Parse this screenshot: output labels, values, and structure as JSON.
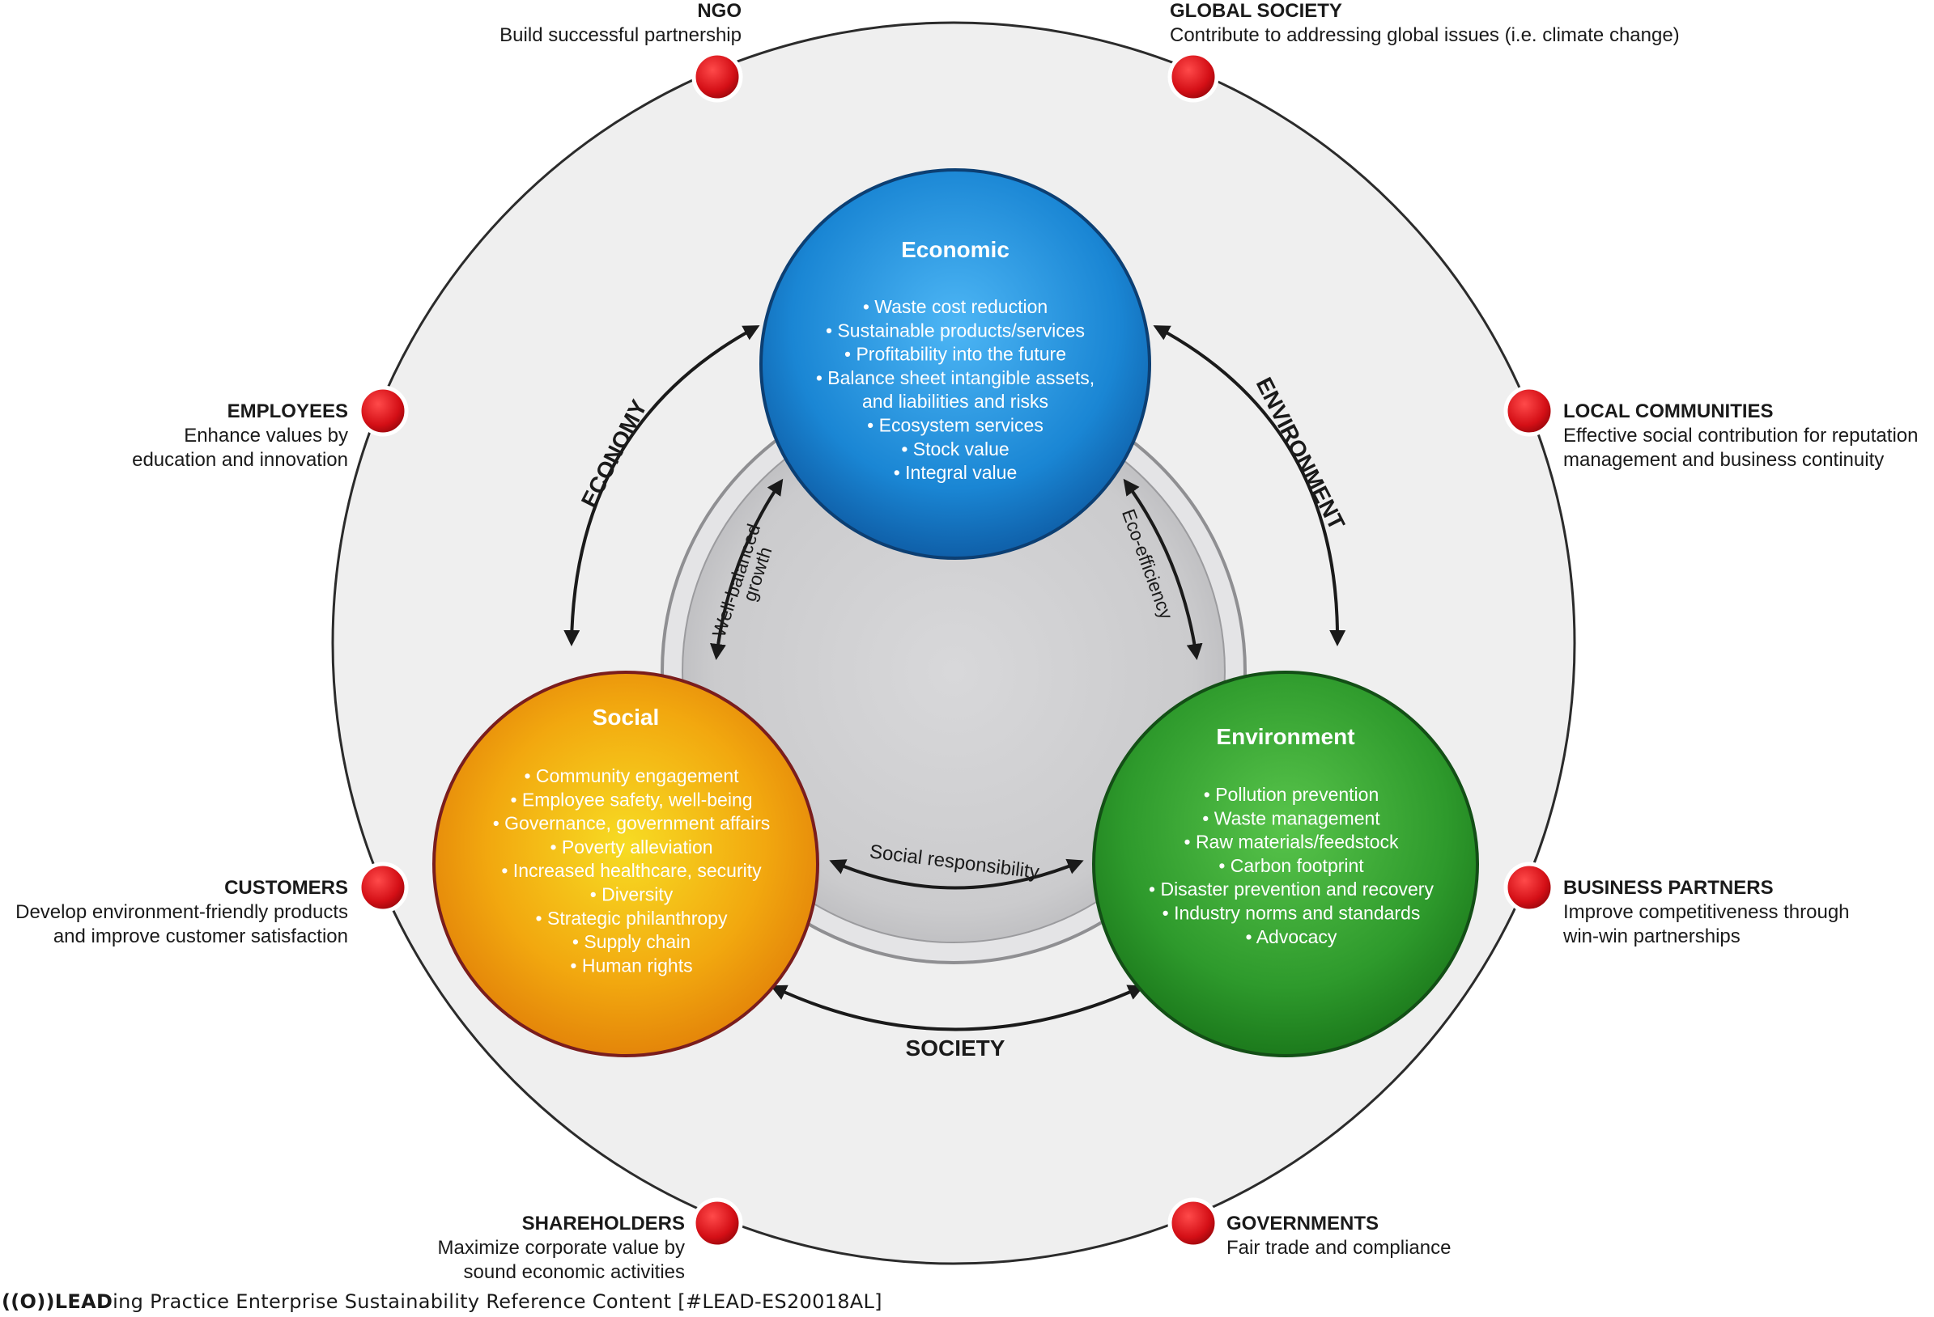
{
  "pillars": {
    "economic": {
      "title": "Economic",
      "items": [
        "• Waste cost reduction",
        "• Sustainable products/services",
        "• Profitability into the future",
        "• Balance sheet intangible assets,",
        "and liabilities and risks",
        "• Ecosystem services",
        "• Stock value",
        "• Integral value"
      ]
    },
    "social": {
      "title": "Social",
      "items": [
        "• Community engagement",
        "• Employee safety, well-being",
        "• Governance, government affairs",
        "• Poverty alleviation",
        "• Increased healthcare, security",
        "• Diversity",
        "• Strategic philanthropy",
        "• Supply chain",
        "• Human rights"
      ]
    },
    "environment": {
      "title": "Environment",
      "items": [
        "• Pollution prevention",
        "• Waste management",
        "• Raw materials/feedstock",
        "• Carbon footprint",
        "• Disaster prevention and recovery",
        "• Industry norms and standards",
        "• Advocacy"
      ]
    }
  },
  "links": {
    "economy": "ECONOMY",
    "environment": "ENVIRONMENT",
    "society": "SOCIETY",
    "well_balanced_1": "Well-balanced",
    "well_balanced_2": "growth",
    "eco_efficiency": "Eco-efficiency",
    "social_responsibility": "Social responsibility"
  },
  "stakeholders": {
    "ngo": {
      "title": "NGO",
      "desc": "Build successful partnership"
    },
    "global_society": {
      "title": "GLOBAL SOCIETY",
      "desc": "Contribute to addressing global issues (i.e. climate change)"
    },
    "employees": {
      "title": "EMPLOYEES",
      "desc": "Enhance values by\neducation and innovation"
    },
    "local_communities": {
      "title": "LOCAL COMMUNITIES",
      "desc": "Effective social contribution for reputation\nmanagement and business continuity"
    },
    "customers": {
      "title": "CUSTOMERS",
      "desc": "Develop environment-friendly products\nand improve customer satisfaction"
    },
    "business_partners": {
      "title": "BUSINESS PARTNERS",
      "desc": "Improve competitiveness through\nwin-win partnerships"
    },
    "shareholders": {
      "title": "SHAREHOLDERS",
      "desc": "Maximize corporate value by\nsound economic activities"
    },
    "governments": {
      "title": "GOVERNMENTS",
      "desc": "Fair trade and compliance"
    }
  },
  "footer": {
    "logo": "((O))LEAD",
    "text": "ing Practice Enterprise Sustainability Reference Content [#LEAD-ES20018AL]"
  },
  "colors": {
    "node_red": "#d0101a",
    "economic_blue": "#1f86d2",
    "social_orange": "#f1a10c",
    "environment_green": "#2e9c2c",
    "outer_ring": "#efefef",
    "inner_gray": "#cfcfd1"
  }
}
